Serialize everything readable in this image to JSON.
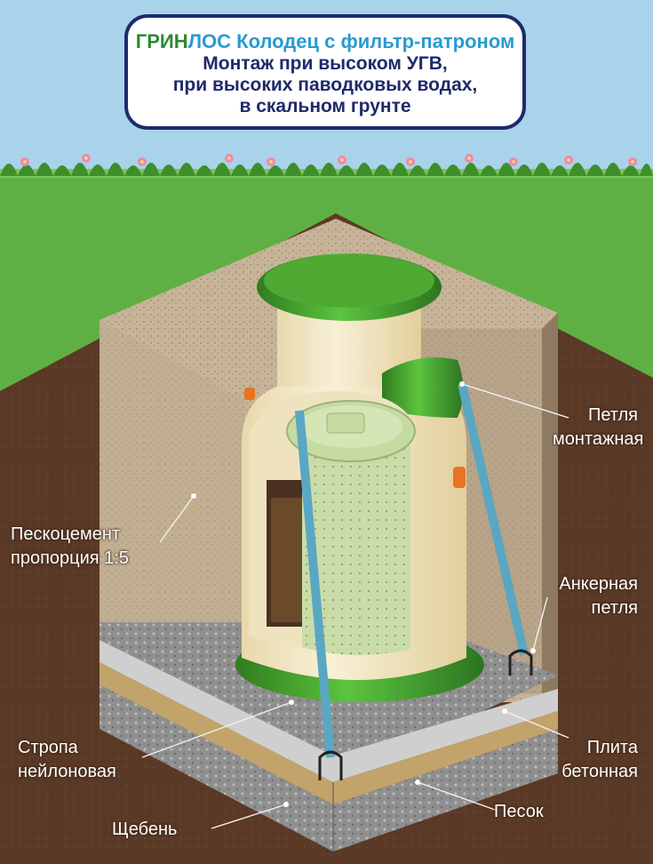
{
  "title": {
    "brand_part1": "ГРИН",
    "brand_part2": "ЛОС",
    "product": " Колодец с фильтр-патроном",
    "line2": "Монтаж при высоком УГВ,",
    "line3": "при высоких паводковых водах,",
    "line4": "в скальном грунте"
  },
  "labels": {
    "loop_mount_1": "Петля",
    "loop_mount_2": "монтажная",
    "sandcement_1": "Пескоцемент",
    "sandcement_2": "пропорция 1:5",
    "anchor_1": "Анкерная",
    "anchor_2": "петля",
    "sling_1": "Стропа",
    "sling_2": "нейлоновая",
    "slab_1": "Плита",
    "slab_2": "бетонная",
    "sand": "Песок",
    "gravel": "Щебень"
  },
  "colors": {
    "sky": "#a9d3ea",
    "grass": "#5fb044",
    "soil": "#5a3a26",
    "sandcement": "#c7b498",
    "gravel": "#8f8f8f",
    "sand": "#c2a46a",
    "well_body": "#f3e7c4",
    "well_green": "#3f9a2c",
    "strap": "#5aa7c3",
    "title_border": "#1f2a6b",
    "brand_green": "#2e8a2f",
    "brand_blue": "#2a9bd1"
  }
}
